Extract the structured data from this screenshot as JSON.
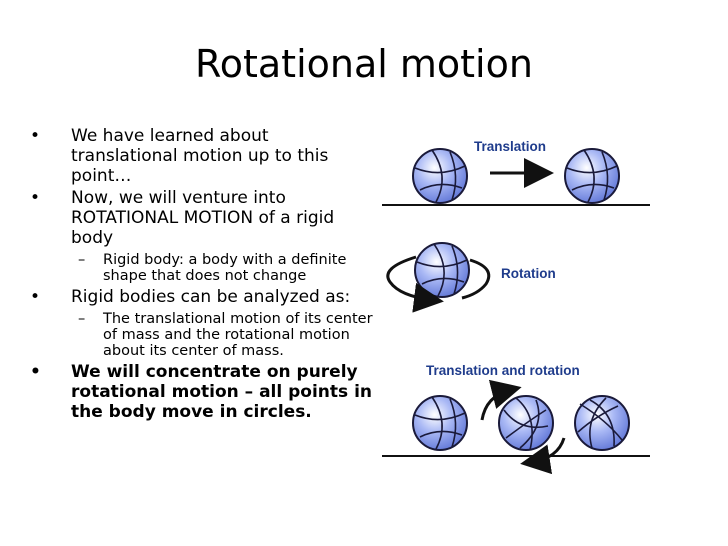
{
  "slide": {
    "title": "Rotational motion",
    "bullets": [
      {
        "mark": "•",
        "text": "We have learned about translational motion up to this point…"
      },
      {
        "mark": "•",
        "text": "Now, we will venture into ROTATIONAL MOTION of a rigid body",
        "sub": [
          {
            "mark": "–",
            "text": "Rigid body: a body with a definite shape that does not change"
          }
        ]
      },
      {
        "mark": "•",
        "text": "Rigid bodies can be analyzed as:",
        "sub": [
          {
            "mark": "–",
            "text": "The translational motion of its center of mass and the rotational motion about its center of mass."
          }
        ]
      },
      {
        "mark": "•",
        "text": "We will concentrate on purely rotational motion – all points in the body move in circles."
      }
    ]
  },
  "figure": {
    "label_translation": "Translation",
    "label_rotation": "Rotation",
    "label_translation_rotation": "Translation and rotation",
    "ball_color": "#8fa3f0",
    "ball_line_color": "#1a1a3a"
  }
}
